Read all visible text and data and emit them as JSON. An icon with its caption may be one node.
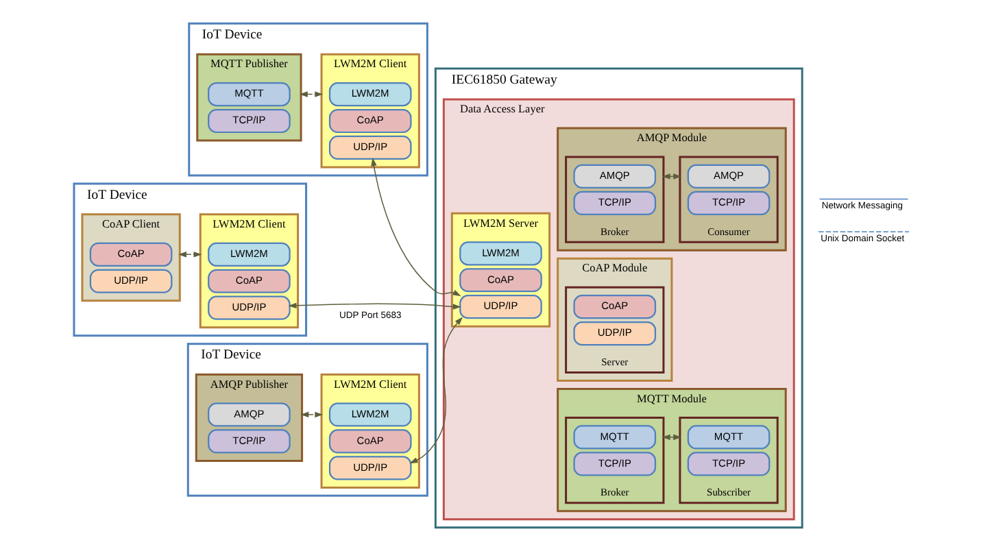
{
  "diagram": {
    "nodes": [
      {
        "text": [
          "IoT Device"
        ]
      },
      {
        "text": [
          "MQTT Publisher"
        ],
        "in": 0
      },
      {
        "text": [
          "MQTT"
        ],
        "in": 1
      },
      {
        "text": [
          "TCP/IP"
        ],
        "in": 1
      },
      {
        "text": [
          "LWM2M Client"
        ],
        "in": 0
      },
      {
        "text": [
          "LWM2M"
        ],
        "in": 4
      },
      {
        "text": [
          "CoAP"
        ],
        "in": 4
      },
      {
        "text": [
          "UDP/IP"
        ],
        "in": 4
      },
      {
        "text": [
          "IoT Device"
        ]
      },
      {
        "text": [
          "CoAP Client"
        ],
        "in": 8
      },
      {
        "text": [
          "CoAP"
        ],
        "in": 9
      },
      {
        "text": [
          "UDP/IP"
        ],
        "in": 9
      },
      {
        "text": [
          "LWM2M Client"
        ],
        "in": 8
      },
      {
        "text": [
          "LWM2M"
        ],
        "in": 12
      },
      {
        "text": [
          "CoAP"
        ],
        "in": 12
      },
      {
        "text": [
          "UDP/IP"
        ],
        "in": 12
      },
      {
        "text": [
          "IoT Device"
        ]
      },
      {
        "text": [
          "AMQP Publisher"
        ],
        "in": 16
      },
      {
        "text": [
          "AMQP"
        ],
        "in": 17
      },
      {
        "text": [
          "TCP/IP"
        ],
        "in": 17
      },
      {
        "text": [
          "LWM2M Client"
        ],
        "in": 16
      },
      {
        "text": [
          "LWM2M"
        ],
        "in": 20
      },
      {
        "text": [
          "CoAP"
        ],
        "in": 20
      },
      {
        "text": [
          "UDP/IP"
        ],
        "in": 20
      },
      {
        "text": [
          "IEC61850 Gateway"
        ]
      },
      {
        "text": [
          "Data Access Layer"
        ],
        "in": 24
      },
      {
        "text": [
          "LWM2M Server"
        ],
        "in": 25
      },
      {
        "text": [
          "LWM2M"
        ],
        "in": 26
      },
      {
        "text": [
          "CoAP"
        ],
        "in": 26
      },
      {
        "text": [
          "UDP/IP"
        ],
        "in": 26
      },
      {
        "text": [
          "MQTT Module"
        ],
        "in": 25
      },
      {
        "text": [
          "Broker"
        ],
        "in": 30
      },
      {
        "text": [
          "MQTT"
        ],
        "in": 31
      },
      {
        "text": [
          "TCP/IP"
        ],
        "in": 31
      },
      {
        "text": [
          "Subscriber"
        ],
        "in": 30
      },
      {
        "text": [
          "MQTT"
        ],
        "in": 34
      },
      {
        "text": [
          "TCP/IP"
        ],
        "in": 34
      },
      {
        "text": [
          "CoAP Module"
        ],
        "in": 25
      },
      {
        "text": [
          "Server"
        ],
        "in": 37
      },
      {
        "text": [
          "CoAP"
        ],
        "in": 38
      },
      {
        "text": [
          "UDP/IP"
        ],
        "in": 38
      },
      {
        "text": [
          "AMQP Module"
        ],
        "in": 25
      },
      {
        "text": [
          "Broker"
        ],
        "in": 41
      },
      {
        "text": [
          "AMQP"
        ],
        "in": 42
      },
      {
        "text": [
          "TCP/IP"
        ],
        "in": 42
      },
      {
        "text": [
          "Consumer"
        ],
        "in": 41
      },
      {
        "text": [
          "AMQP"
        ],
        "in": 45
      },
      {
        "text": [
          "TCP/IP"
        ],
        "in": 45
      }
    ],
    "edges": [
      {
        "from": 1,
        "to": 4,
        "arrow": "both",
        "style": "dashed"
      },
      {
        "from": 9,
        "to": 12,
        "arrow": "both",
        "style": "dashed"
      },
      {
        "from": 17,
        "to": 20,
        "arrow": "both",
        "style": "dashed"
      },
      {
        "from": 7,
        "to": 29,
        "arrow": "both"
      },
      {
        "from": 15,
        "to": 29,
        "arrow": "both"
      },
      {
        "from": 23,
        "to": 29,
        "arrow": "both"
      },
      {
        "from": 31,
        "to": 34,
        "arrow": "both",
        "style": "dashed"
      },
      {
        "from": 42,
        "to": 45,
        "arrow": "both",
        "style": "dashed"
      }
    ],
    "labels": [
      "UDP Port 5683"
    ],
    "legend": [
      {
        "text": "Network Messaging"
      },
      {
        "text": "Unix Domain Socket"
      }
    ]
  }
}
